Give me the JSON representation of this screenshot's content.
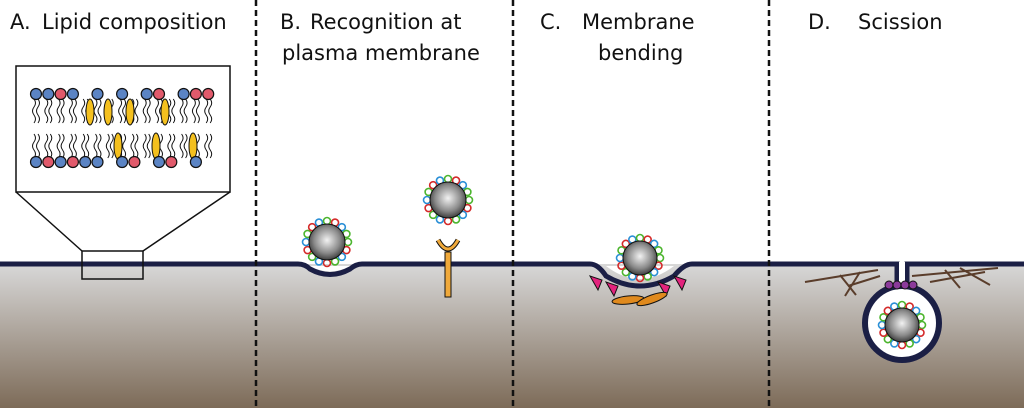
{
  "panels": [
    {
      "letter": "A.",
      "title_lines": [
        "Lipid composition"
      ]
    },
    {
      "letter": "B.",
      "title_lines": [
        "Recognition at",
        "plasma membrane"
      ]
    },
    {
      "letter": "C.",
      "title_lines": [
        "Membrane",
        "bending"
      ]
    },
    {
      "letter": "D.",
      "title_lines": [
        "Scission"
      ]
    }
  ],
  "colors": {
    "membrane": "#1b1f45",
    "cytoplasm_top": "#d8d8d8",
    "cytoplasm_bottom": "#7d6b58",
    "lipid_head_blue": "#5b84c4",
    "lipid_head_red": "#e15a6b",
    "cholesterol": "#f4c01e",
    "receptor": "#f0a93a",
    "bar_protein": "#e08a1e",
    "spike": "#e3237d",
    "dynamin": "#8b3a9a",
    "actin": "#5a3d2b",
    "corona_red": "#d42a2a",
    "corona_green": "#4cb52e",
    "corona_blue": "#2a8fd6"
  },
  "bilayer": {
    "top_heads": [
      "blue",
      "blue",
      "red",
      "blue",
      "gap",
      "blue",
      "gap",
      "blue",
      "gap",
      "blue",
      "red",
      "gap",
      "blue",
      "red",
      "red"
    ],
    "bottom_heads": [
      "blue",
      "red",
      "blue",
      "red",
      "blue",
      "blue",
      "gap",
      "blue",
      "red",
      "gap",
      "blue",
      "red",
      "gap",
      "blue"
    ]
  }
}
